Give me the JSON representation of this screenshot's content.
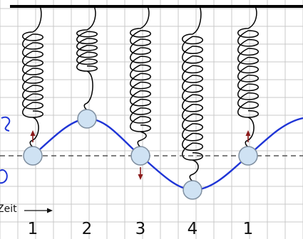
{
  "time_axis": {
    "label": "Zeit"
  },
  "positions": [
    "1",
    "2",
    "3",
    "4",
    "1"
  ],
  "colors": {
    "grid": "#c8c8c8",
    "ceiling": "#000000",
    "spring": "#000000",
    "trajectory": "#1f35d6",
    "mass_fill": "#cfe2f3",
    "mass_stroke": "#7f8fa0",
    "velocity_arrow": "#8b1a1a",
    "equilibrium": "#333333",
    "margin_ink": "#1f35d6"
  }
}
